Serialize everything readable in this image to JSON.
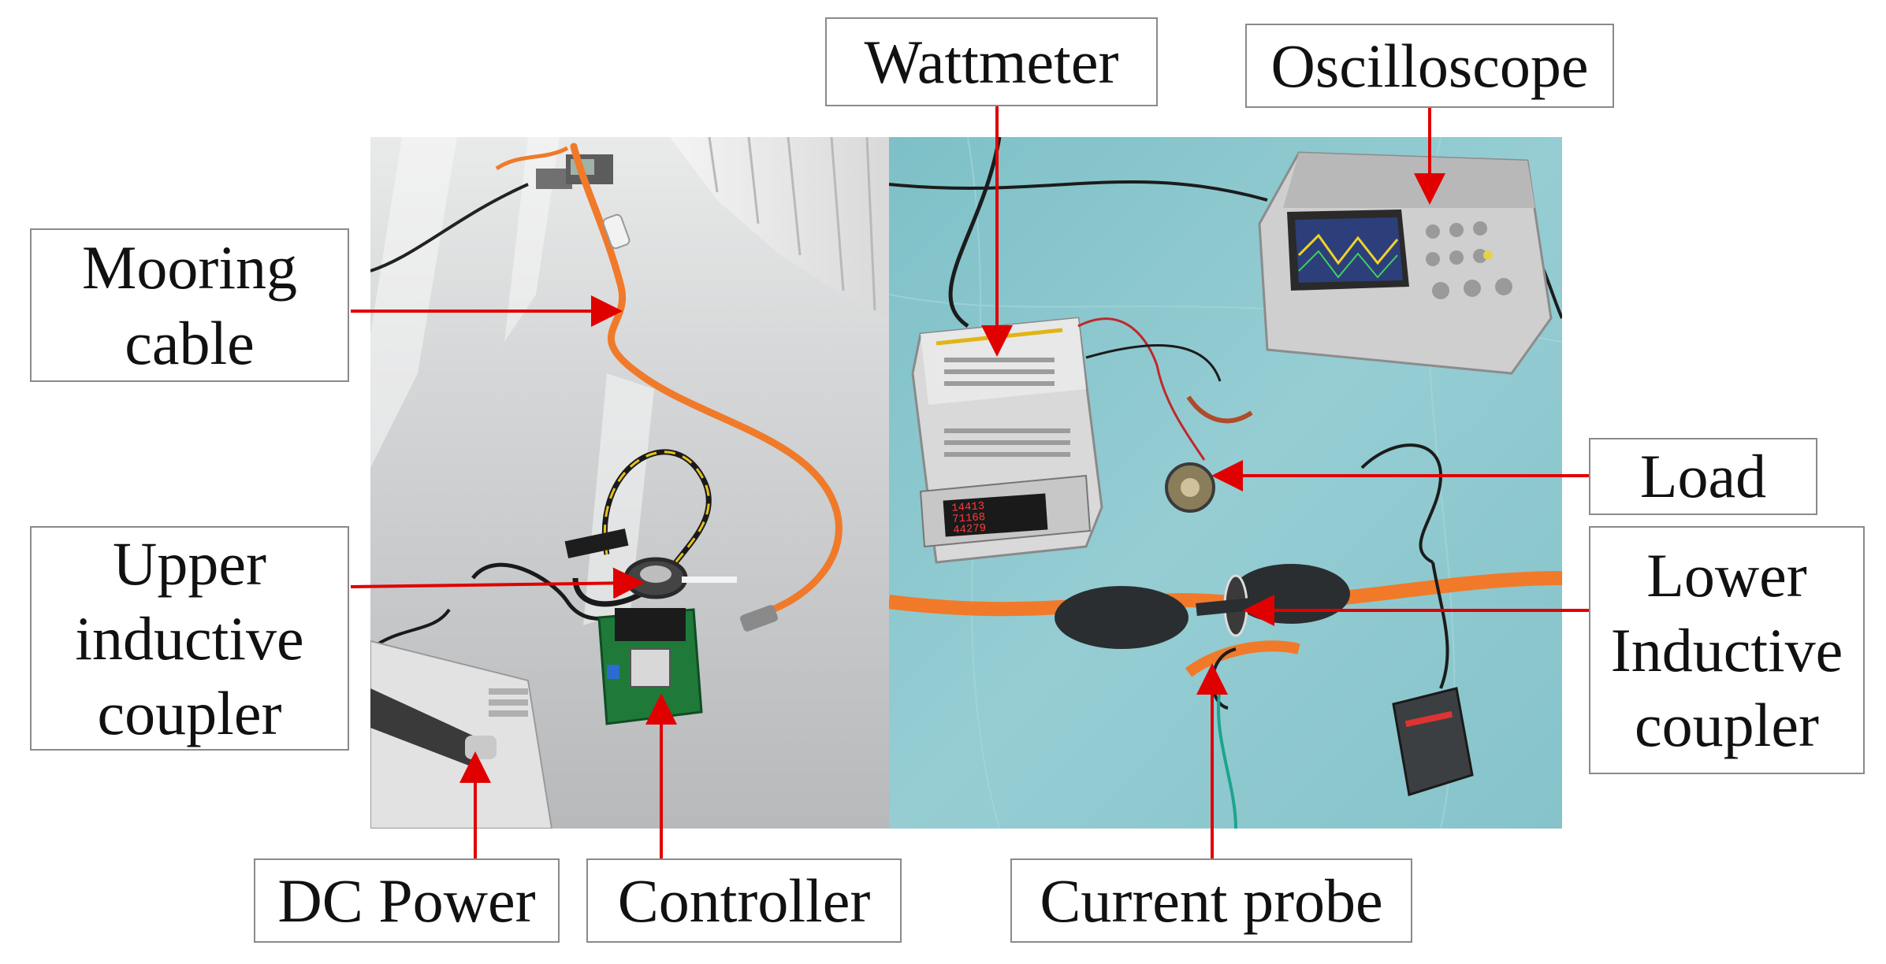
{
  "labels": {
    "wattmeter": "Wattmeter",
    "oscilloscope": "Oscilloscope",
    "mooring_cable": [
      "Mooring",
      "cable"
    ],
    "upper_inductive_coupler": [
      "Upper",
      "inductive",
      "coupler"
    ],
    "load": "Load",
    "lower_inductive_coupler": [
      "Lower",
      "Inductive",
      "coupler"
    ],
    "dc_power": "DC Power",
    "controller": "Controller",
    "current_probe": "Current probe"
  },
  "wattmeter_display": [
    "14413",
    "71168",
    "44279"
  ],
  "colors": {
    "arrow": "#e00000",
    "label_border": "#8a8a8a",
    "floor_left": "#cfd1d2",
    "floor_right": "#8fc8cf",
    "cable_orange": "#f07a2a"
  }
}
